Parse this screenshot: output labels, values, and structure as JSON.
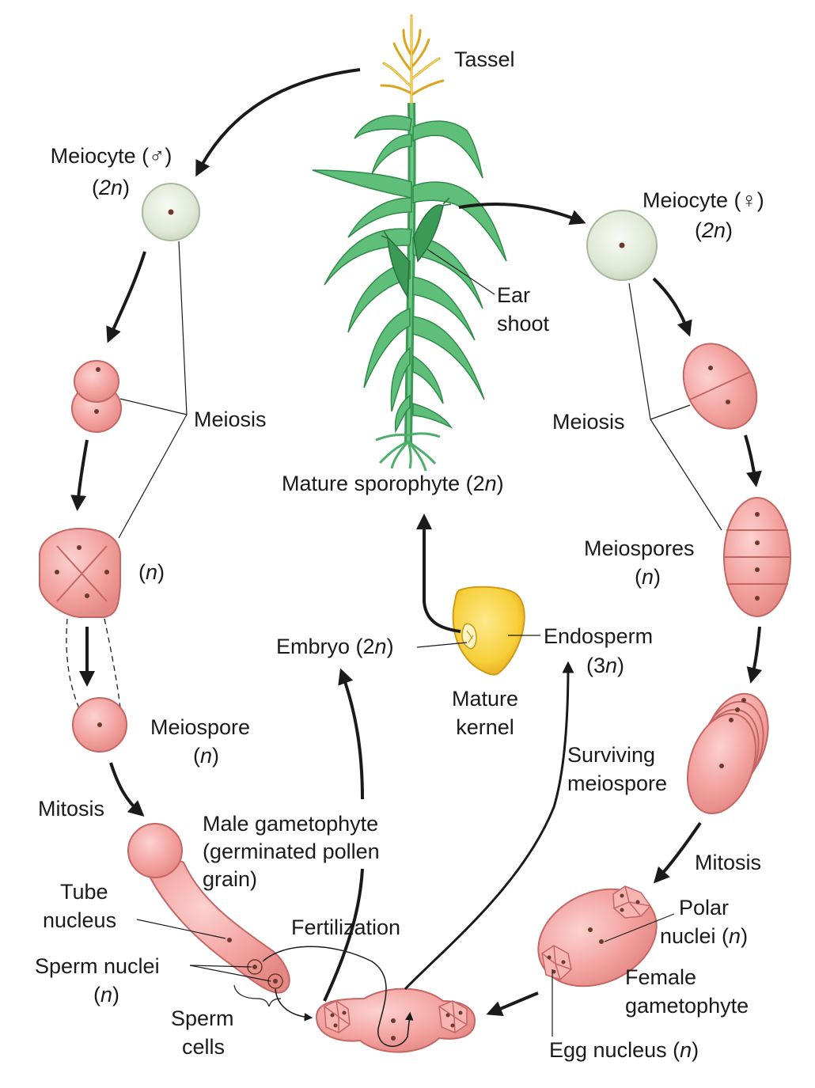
{
  "labels": {
    "tassel": "Tassel",
    "meiocyte_male": "Meiocyte (♂)",
    "meiocyte_male_ploidy": "2n",
    "meiocyte_female": "Meiocyte (♀)",
    "meiocyte_female_ploidy": "2n",
    "ear_shoot_1": "Ear",
    "ear_shoot_2": "shoot",
    "meiosis_left": "Meiosis",
    "meiosis_right": "Meiosis",
    "mature_sporophyte": "Mature sporophyte (2",
    "mature_sporophyte_n": "n",
    "tetrad_ploidy": "n",
    "meiospores_1": "Meiospores",
    "meiospores_ploidy": "n",
    "embryo": "Embryo (2",
    "embryo_n": "n",
    "endosperm_1": "Endosperm",
    "endosperm_2": "(3",
    "endosperm_n": "n",
    "mature_kernel_1": "Mature",
    "mature_kernel_2": "kernel",
    "meiospore_1": "Meiospore",
    "meiospore_ploidy": "n",
    "surviving_1": "Surviving",
    "surviving_2": "meiospore",
    "mitosis_left": "Mitosis",
    "mitosis_right": "Mitosis",
    "male_gameto_1": "Male gametophyte",
    "male_gameto_2": "(germinated pollen",
    "male_gameto_3": "grain)",
    "tube_nucleus_1": "Tube",
    "tube_nucleus_2": "nucleus",
    "fertilization": "Fertilization",
    "polar_nuclei_1": "Polar",
    "polar_nuclei_2": "nuclei (",
    "polar_nuclei_n": "n",
    "sperm_nuclei_1": "Sperm nuclei",
    "sperm_nuclei_ploidy": "n",
    "female_gameto_1": "Female",
    "female_gameto_2": "gametophyte",
    "sperm_cells_1": "Sperm",
    "sperm_cells_2": "cells",
    "egg_nucleus": "Egg nucleus (",
    "egg_nucleus_n": "n"
  },
  "colors": {
    "cell_fill": "#f3a3a0",
    "cell_stroke": "#c46664",
    "meiocyte_fill": "#dfe8d6",
    "plant_green": "#4cae68",
    "tassel_yellow": "#f2c94c",
    "kernel_yellow": "#f7cf3a",
    "arrow": "#1a1a1a"
  }
}
